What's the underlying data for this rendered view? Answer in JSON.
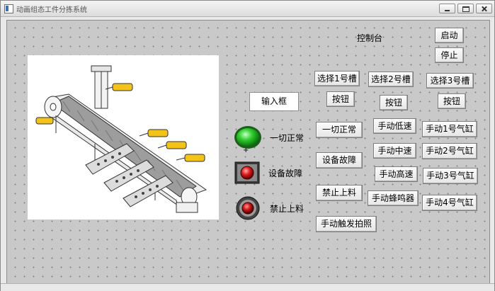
{
  "window": {
    "title": "动画组态工件分拣系统"
  },
  "console": {
    "title": "控制台"
  },
  "buttons": {
    "start": "启动",
    "stop": "停止",
    "select_slot_1": "选择1号槽",
    "select_slot_2": "选择2号槽",
    "select_slot_3": "选择3号槽",
    "slot_1_btn": "按钮",
    "slot_2_btn": "按钮",
    "slot_3_btn": "按钮",
    "all_normal": "一切正常",
    "device_fault": "设备故障",
    "no_feed": "禁止上料",
    "manual_photo": "手动触发拍照",
    "manual_low": "手动低速",
    "manual_mid": "手动中速",
    "manual_high": "手动高速",
    "manual_buzzer": "手动蜂鸣器",
    "manual_cyl_1": "手动1号气缸",
    "manual_cyl_2": "手动2号气缸",
    "manual_cyl_3": "手动3号气缸",
    "manual_cyl_4": "手动4号气缸"
  },
  "input": {
    "label": "输入框"
  },
  "indicators": {
    "normal": {
      "label": "一切正常",
      "color": "#2fcf2f"
    },
    "fault": {
      "label": "设备故障",
      "color": "#e02020"
    },
    "no_feed": {
      "label": "禁止上料",
      "color": "#d01818"
    }
  },
  "colors": {
    "workpiece": "#f3c417",
    "belt": "#b9b9b9",
    "canvas": "#c9c9c9"
  }
}
